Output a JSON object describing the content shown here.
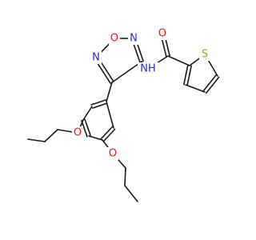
{
  "colors": {
    "bond": "#1a1a1a",
    "oxygen": "#e0191c",
    "nitrogen": "#2b2bd6",
    "sulfur": "#b8a000",
    "carbon_text": "#1a1a1a"
  },
  "atom_labels": {
    "ring_O": "O",
    "ring_N_top": "N",
    "ring_N_left": "N",
    "amide_N": "NH",
    "carbonyl_O": "O",
    "thiophene_S": "S",
    "ether_O_upper": "O",
    "ether_O_lower": "O"
  }
}
